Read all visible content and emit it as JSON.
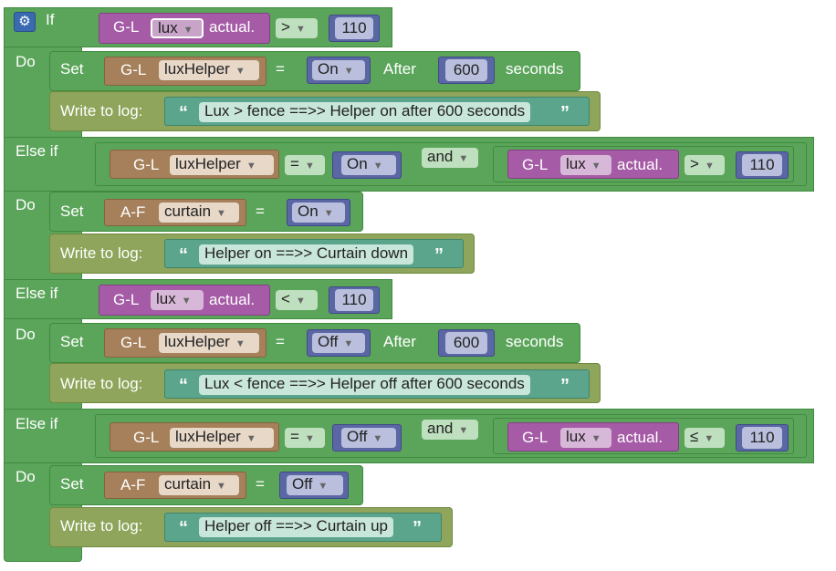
{
  "keywords": {
    "if": "If",
    "do": "Do",
    "else_if": "Else if",
    "set": "Set",
    "after": "After",
    "seconds": "seconds",
    "write_to_log": "Write to log:",
    "and": "and",
    "quote_open": "“",
    "quote_close": "”"
  },
  "conditions": [
    {
      "prefix": "G-L",
      "field": "lux",
      "suffix": "actual.",
      "op": ">",
      "value": "110"
    },
    {
      "left": {
        "prefix": "G-L",
        "field": "luxHelper",
        "op": "=",
        "value": "On"
      },
      "join": "and",
      "right": {
        "prefix": "G-L",
        "field": "lux",
        "suffix": "actual.",
        "op": ">",
        "value": "110"
      }
    },
    {
      "prefix": "G-L",
      "field": "lux",
      "suffix": "actual.",
      "op": "<",
      "value": "110"
    },
    {
      "left": {
        "prefix": "G-L",
        "field": "luxHelper",
        "op": "=",
        "value": "Off"
      },
      "join": "and",
      "right": {
        "prefix": "G-L",
        "field": "lux",
        "suffix": "actual.",
        "op": "≤",
        "value": "110"
      }
    }
  ],
  "actions": [
    {
      "prefix": "G-L",
      "field": "luxHelper",
      "op": "=",
      "value": "On",
      "delay": "600",
      "log": "Lux > fence ==>> Helper on after 600 seconds"
    },
    {
      "prefix": "A-F",
      "field": "curtain",
      "op": "=",
      "value": "On",
      "log": "Helper on ==>> Curtain down"
    },
    {
      "prefix": "G-L",
      "field": "luxHelper",
      "op": "=",
      "value": "Off",
      "delay": "600",
      "log": "Lux < fence ==>> Helper off after 600 seconds"
    },
    {
      "prefix": "A-F",
      "field": "curtain",
      "op": "=",
      "value": "Off",
      "log": "Helper off ==>> Curtain up"
    }
  ],
  "colors": {
    "logic": "#5ba55b",
    "action": "#8ea55b",
    "variable": "#a55ba5",
    "state": "#a5805b",
    "value": "#5b67a5",
    "text": "#5ba58c"
  },
  "icons": [
    "gear-icon",
    "dropdown-arrow-icon"
  ]
}
